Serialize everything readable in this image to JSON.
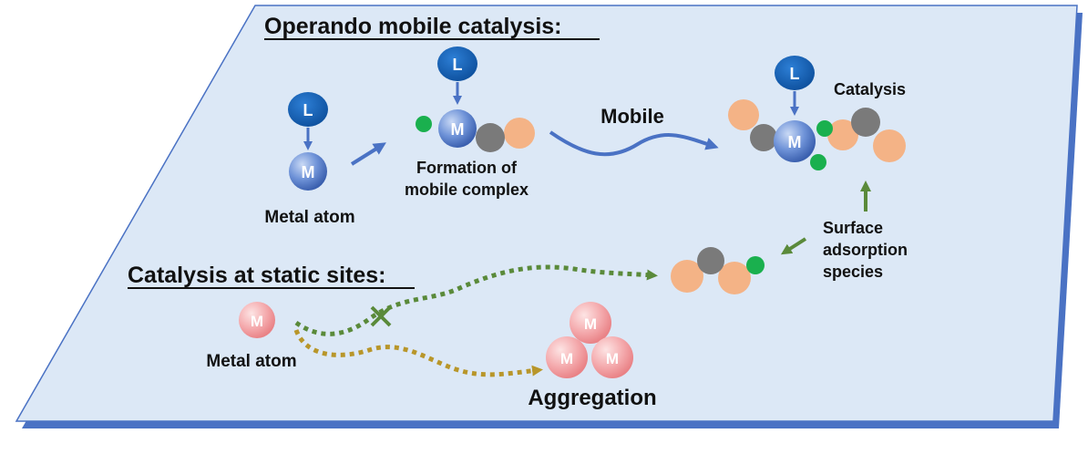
{
  "headings": {
    "mobile": "Operando mobile catalysis:",
    "static": "Catalysis at static sites:"
  },
  "labels": {
    "metal_atom_mobile": "Metal atom",
    "formation_line1": "Formation of",
    "formation_line2": "mobile complex",
    "mobile": "Mobile",
    "catalysis": "Catalysis",
    "surface_line1": "Surface",
    "surface_line2": "adsorption",
    "surface_line3": "species",
    "metal_atom_static": "Metal atom",
    "aggregation": "Aggregation"
  },
  "atoms": {
    "ligand": "L",
    "metal": "M"
  },
  "colors": {
    "platform_fill": "#dce8f6",
    "platform_edge": "#4a72c4",
    "arrow_blue": "#4a72c4",
    "ligand_blue": "#1a63b8",
    "metal_blue": "#5b82d0",
    "metal_pink": "#f3a0a3",
    "green_atom": "#1ab04e",
    "gray_atom": "#7a7a7a",
    "peach_atom": "#f4b386",
    "dotted_green": "#5a8a3a",
    "dotted_gold": "#b8962a",
    "arrow_green": "#5a8a3a"
  },
  "icons": {
    "blocked": "cross-icon"
  }
}
